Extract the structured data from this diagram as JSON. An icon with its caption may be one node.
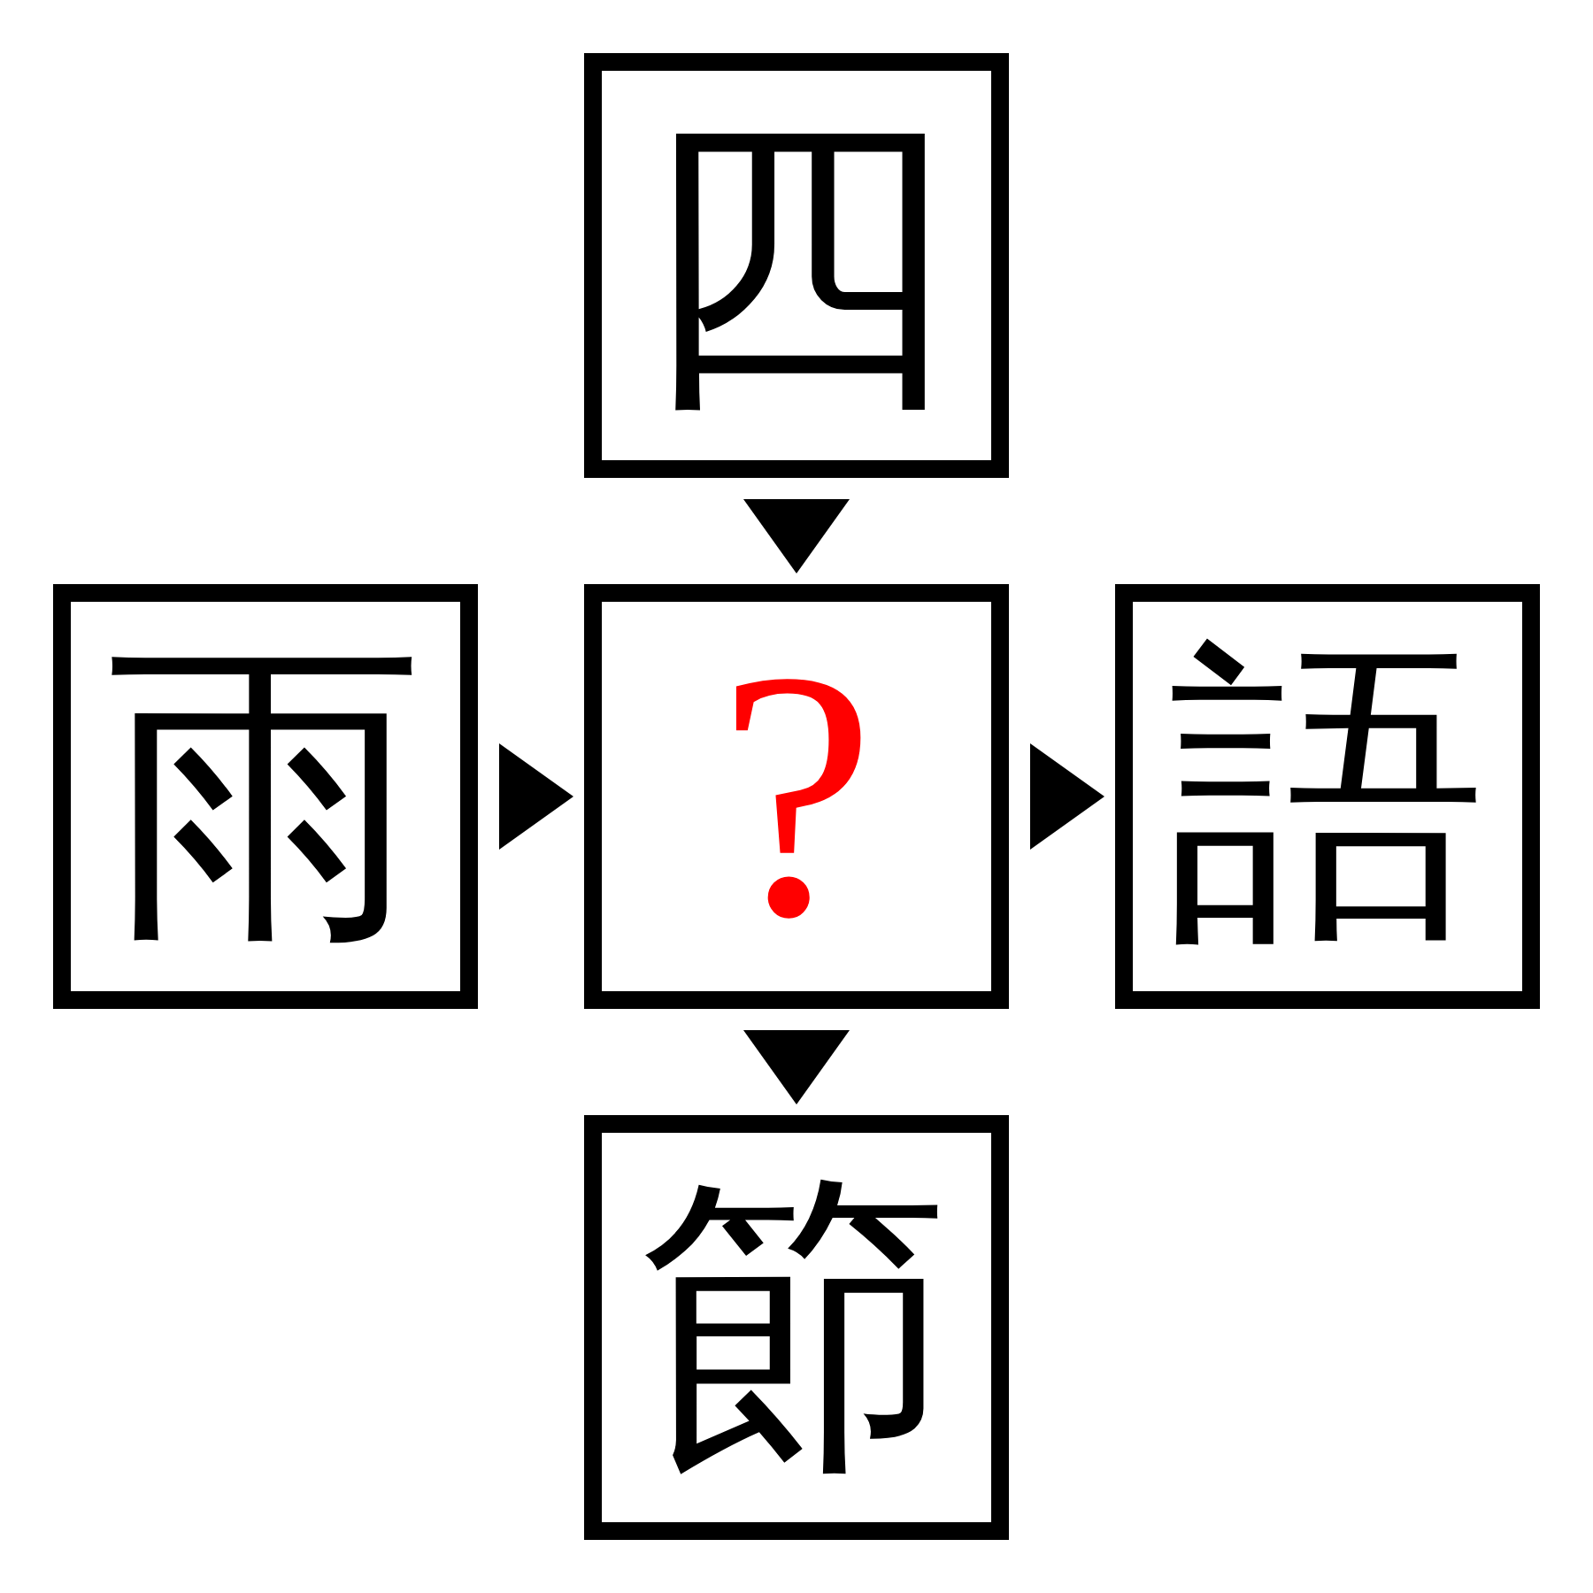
{
  "diagram": {
    "nodes": [
      {
        "text": [
          "四"
        ]
      },
      {
        "text": [
          "雨"
        ]
      },
      {
        "text": [
          "?"
        ]
      },
      {
        "text": [
          "語"
        ]
      },
      {
        "text": [
          "節"
        ]
      }
    ],
    "edges": [
      {
        "from": 0,
        "to": 2,
        "arrow": "to"
      },
      {
        "from": 1,
        "to": 2,
        "arrow": "to"
      },
      {
        "from": 2,
        "to": 3,
        "arrow": "to"
      },
      {
        "from": 2,
        "to": 4,
        "arrow": "to"
      }
    ]
  }
}
